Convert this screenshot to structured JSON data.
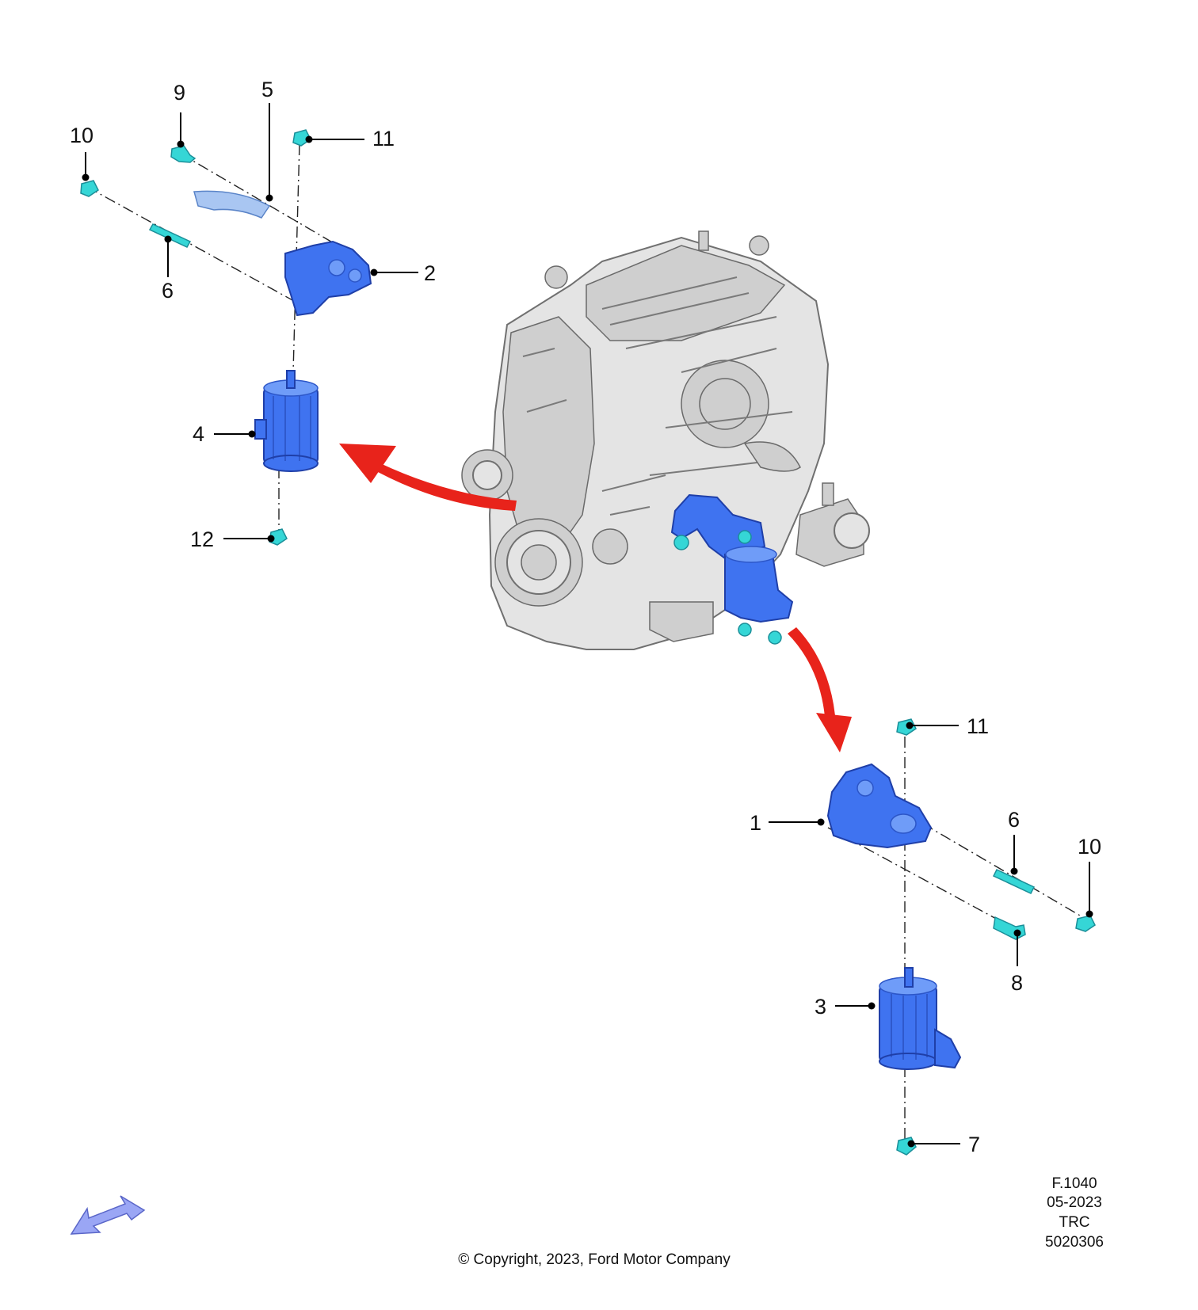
{
  "callouts": {
    "c1": "1",
    "c2": "2",
    "c3": "3",
    "c4": "4",
    "c5": "5",
    "c6a": "6",
    "c6b": "6",
    "c7": "7",
    "c8": "8",
    "c9": "9",
    "c10a": "10",
    "c10b": "10",
    "c11a": "11",
    "c11b": "11",
    "c12": "12"
  },
  "figure_meta": {
    "line1": "F.1040",
    "line2": "05-2023",
    "line3": "TRC",
    "line4": "5020306"
  },
  "copyright": "© Copyright, 2023, Ford Motor Company",
  "colors": {
    "part_blue": "#3f73f0",
    "fastener_cyan": "#35d6d6",
    "arrow_red": "#e8231b",
    "direction_arrow": "#9aa6f5"
  },
  "icons": {
    "direction": "front-direction-arrow-icon"
  }
}
